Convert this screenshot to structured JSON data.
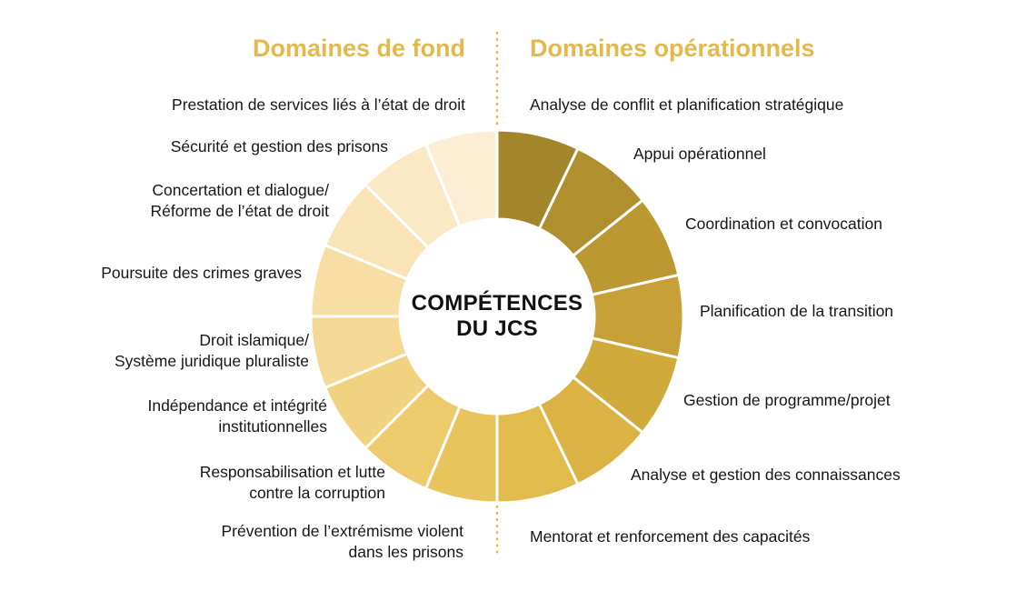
{
  "header": {
    "left_title": "Domaines de fond",
    "right_title": "Domaines opérationnels",
    "title_color": "#e3b94e",
    "divider_color": "#e3b94e"
  },
  "chart_data": {
    "type": "pie",
    "variant": "donut",
    "title": "COMPÉTENCES DU JCS",
    "center_label_lines": [
      "COMPÉTENCES",
      "DU JCS"
    ],
    "legend_position": "none",
    "groups": [
      {
        "name": "Domaines opérationnels",
        "side": "right",
        "segment_count": 7,
        "angle_span_deg": 180
      },
      {
        "name": "Domaines de fond",
        "side": "left",
        "segment_count": 8,
        "angle_span_deg": 180
      }
    ],
    "segments": [
      {
        "label": "Analyse de conflit et planification stratégique",
        "side": "right",
        "value": 1,
        "color": "#a3852c"
      },
      {
        "label": "Appui opérationnel",
        "side": "right",
        "value": 1,
        "color": "#b08f2f"
      },
      {
        "label": "Coordination et convocation",
        "side": "right",
        "value": 1,
        "color": "#bc9833"
      },
      {
        "label": "Planification de la transition",
        "side": "right",
        "value": 1,
        "color": "#c7a137"
      },
      {
        "label": "Gestion de programme/projet",
        "side": "right",
        "value": 1,
        "color": "#d1aa3c"
      },
      {
        "label": "Analyse et gestion des connaissances",
        "side": "right",
        "value": 1,
        "color": "#dab344"
      },
      {
        "label": "Mentorat et renforcement des capacités",
        "side": "right",
        "value": 1,
        "color": "#e2bb4d"
      },
      {
        "label": "Prévention de l’extrémisme violent\ndans les prisons",
        "side": "left",
        "value": 1,
        "color": "#e9c45c"
      },
      {
        "label": "Responsabilisation et lutte\ncontre la corruption",
        "side": "left",
        "value": 1,
        "color": "#edcb6d"
      },
      {
        "label": "Indépendance et intégrité\ninstitutionnelles",
        "side": "left",
        "value": 1,
        "color": "#f1d280"
      },
      {
        "label": "Droit islamique/\nSystème juridique pluraliste",
        "side": "left",
        "value": 1,
        "color": "#f4d893"
      },
      {
        "label": "Poursuite des crimes graves",
        "side": "left",
        "value": 1,
        "color": "#f6dea5"
      },
      {
        "label": "Concertation et dialogue/\nRéforme de l’état de droit",
        "side": "left",
        "value": 1,
        "color": "#f8e4b6"
      },
      {
        "label": "Sécurité et gestion des prisons",
        "side": "left",
        "value": 1,
        "color": "#fae9c5"
      },
      {
        "label": "Prestation de services liés à l’état de droit",
        "side": "left",
        "value": 1,
        "color": "#fbeed5"
      }
    ]
  }
}
